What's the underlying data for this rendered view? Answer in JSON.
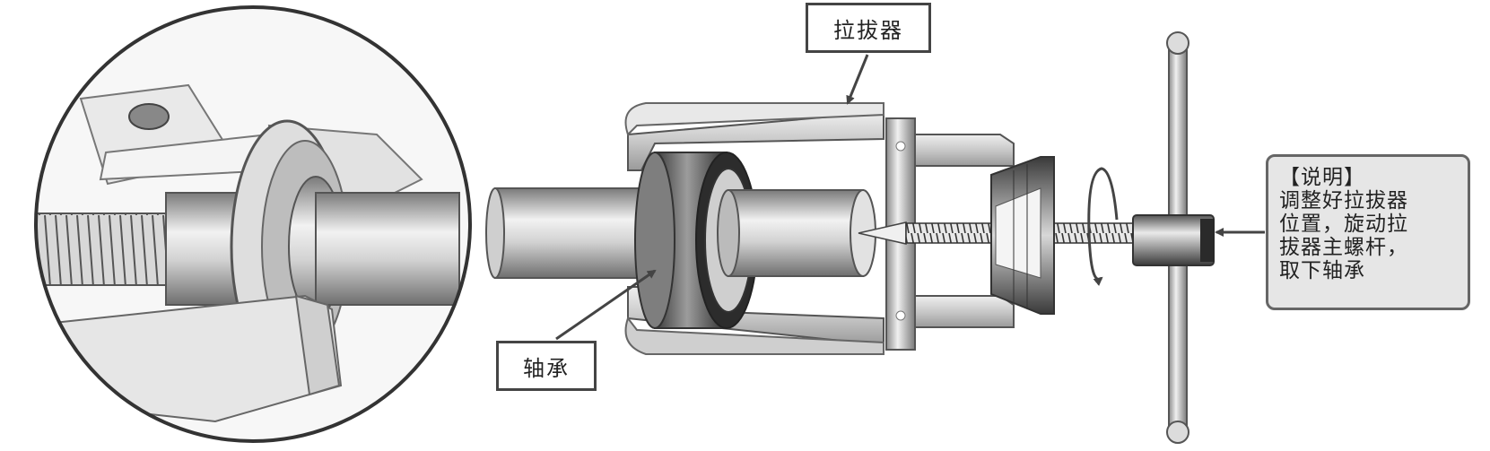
{
  "labels": {
    "puller": "拉拔器",
    "bearing": "轴承"
  },
  "note": {
    "title": "【说明】",
    "lines": [
      "调整好拉拔器",
      "位置，旋动拉",
      "拔器主螺杆，",
      "取下轴承"
    ]
  }
}
